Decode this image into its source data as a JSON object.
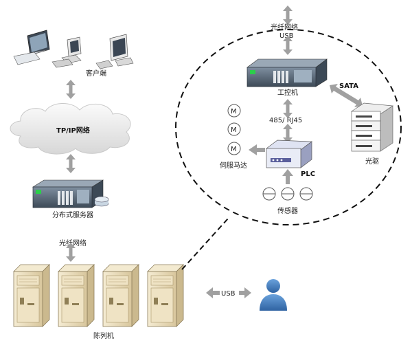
{
  "labels": {
    "client": "客户端",
    "tcpip": "TP/IP网络",
    "dist_server": "分布式服务器",
    "fiber_left": "光纤网络",
    "array": "陈列机",
    "usb_bottom": "USB",
    "fiber_top": "光纤网络",
    "usb_top": "USB",
    "ipc": "工控机",
    "sata": "SATA",
    "optical_drive": "光驱",
    "rs": "485/ RJ45",
    "motor": "M",
    "servo": "伺服马达",
    "plc": "PLC",
    "sensor": "传感器"
  },
  "colors": {
    "arrow": "#a0a0a0",
    "server_body": "#4a5b6b",
    "cabinet": "#e9dcbc",
    "person": "#3f78b8"
  }
}
